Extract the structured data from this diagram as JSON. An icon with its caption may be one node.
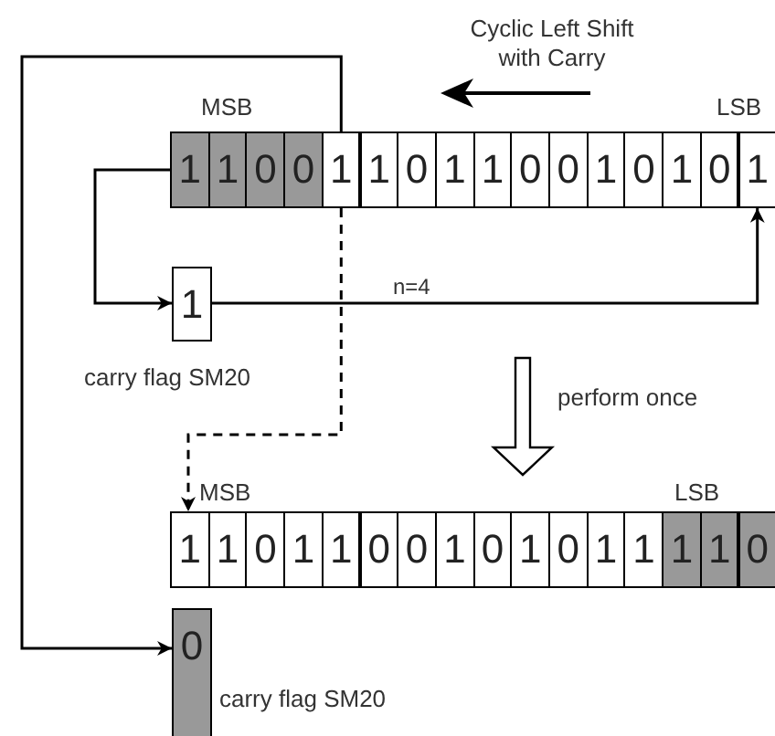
{
  "diagram": {
    "nodes": [
      {
        "text": [
          "1"
        ]
      },
      {
        "text": [
          "1"
        ]
      },
      {
        "text": [
          "0"
        ]
      },
      {
        "text": [
          "0"
        ]
      },
      {
        "text": [
          "1"
        ]
      },
      {
        "text": [
          "1"
        ]
      },
      {
        "text": [
          "0"
        ]
      },
      {
        "text": [
          "1"
        ]
      },
      {
        "text": [
          "1"
        ]
      },
      {
        "text": [
          "0"
        ]
      },
      {
        "text": [
          "0"
        ]
      },
      {
        "text": [
          "1"
        ]
      },
      {
        "text": [
          "0"
        ]
      },
      {
        "text": [
          "1"
        ]
      },
      {
        "text": [
          "0"
        ]
      },
      {
        "text": [
          "1"
        ]
      },
      {
        "text": [
          "1"
        ],
        "beside": [
          "carry flag SM20"
        ]
      },
      {
        "text": [
          "1"
        ]
      },
      {
        "text": [
          "1"
        ]
      },
      {
        "text": [
          "0"
        ]
      },
      {
        "text": [
          "1"
        ]
      },
      {
        "text": [
          "1"
        ]
      },
      {
        "text": [
          "0"
        ]
      },
      {
        "text": [
          "0"
        ]
      },
      {
        "text": [
          "1"
        ]
      },
      {
        "text": [
          "0"
        ]
      },
      {
        "text": [
          "1"
        ]
      },
      {
        "text": [
          "0"
        ]
      },
      {
        "text": [
          "1"
        ]
      },
      {
        "text": [
          "1"
        ]
      },
      {
        "text": [
          "1"
        ]
      },
      {
        "text": [
          "1"
        ]
      },
      {
        "text": [
          "0"
        ]
      },
      {
        "text": [
          "0"
        ],
        "beside": [
          "carry flag SM20"
        ]
      }
    ],
    "edges": [
      {
        "from": 0,
        "to": 16,
        "arrow": "to"
      },
      {
        "from": 16,
        "to": 15,
        "arrow": "to",
        "label": "n=4"
      },
      {
        "from": 4,
        "to": 17,
        "arrow": "to",
        "style": "dashed"
      },
      {
        "from": 4,
        "to": 33,
        "arrow": "to"
      }
    ],
    "labels": [
      "Cyclic Left Shift with Carry",
      "MSB",
      "LSB",
      "perform once",
      "MSB",
      "LSB"
    ]
  }
}
